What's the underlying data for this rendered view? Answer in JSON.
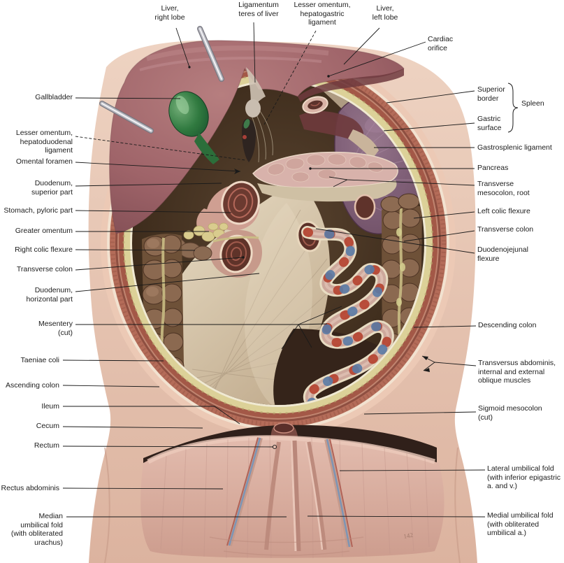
{
  "signature": "142",
  "colors": {
    "background": "#ffffff",
    "label_text": "#1c1c1c",
    "leader_line": "#1a1a1a",
    "liver": "#a56a6e",
    "gallbladder": "#2e7a3e",
    "spleen": "#7d5a74",
    "pancreas": "#d8b2ab",
    "colon": "#7d5a45",
    "mesentery": "#d3c3a8",
    "cavity": "#3a281c",
    "skin": "#e7c6b4",
    "fat_layer": "#dbd096",
    "muscle_layer": "#ab6052",
    "pelvic_fascia": "#d8ab9e"
  },
  "labels": {
    "liver_right_lobe": "Liver,\nright lobe",
    "ligamentum_teres": "Ligamentum\nteres of liver",
    "lesser_omentum_hepatogastric": "Lesser omentum,\nhepatogastric\nligament",
    "liver_left_lobe": "Liver,\nleft lobe",
    "cardiac_orifice": "Cardiac\norifice",
    "superior_border": "Superior\nborder",
    "gastric_surface": "Gastric\nsurface",
    "spleen": "Spleen",
    "gastrosplenic_ligament": "Gastrosplenic ligament",
    "pancreas": "Pancreas",
    "transverse_mesocolon_root": "Transverse\nmesocolon, root",
    "left_colic_flexure": "Left colic flexure",
    "transverse_colon_right": "Transverse colon",
    "duodenojejunal_flexure": "Duodenojejunal\nflexure",
    "descending_colon": "Descending colon",
    "transversus_abdominis": "Transversus abdominis,\ninternal and external\noblique muscles",
    "sigmoid_mesocolon": "Sigmoid mesocolon\n(cut)",
    "lateral_umbilical_fold": "Lateral umbilical fold\n(with inferior epigastric\na. and v.)",
    "medial_umbilical_fold": "Medial umbilical fold\n(with obliterated\numbilical a.)",
    "gallbladder": "Gallbladder",
    "lesser_omentum_hepatoduodenal": "Lesser omentum,\nhepatoduodenal\nligament",
    "omental_foramen": "Omental foramen",
    "duodenum_superior": "Duodenum,\nsuperior part",
    "stomach_pyloric": "Stomach, pyloric part",
    "greater_omentum": "Greater omentum",
    "right_colic_flexure": "Right colic flexure",
    "transverse_colon_left": "Transverse colon",
    "duodenum_horizontal": "Duodenum,\nhorizontal part",
    "mesentery_cut": "Mesentery\n(cut)",
    "taeniae_coli": "Taeniae coli",
    "ascending_colon": "Ascending colon",
    "ileum": "Ileum",
    "cecum": "Cecum",
    "rectum": "Rectum",
    "rectus_abdominis": "Rectus abdominis",
    "median_umbilical_fold": "Median\numbilical fold\n(with obliterated\nurachus)"
  }
}
